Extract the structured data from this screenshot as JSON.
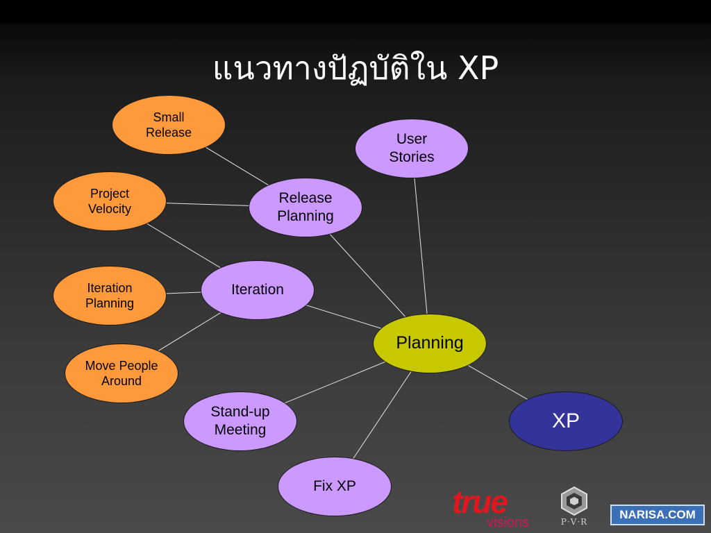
{
  "title": "แนวทางปัฏบัติใน XP",
  "colors": {
    "orange_node": "#ff9a3c",
    "purple_node": "#cc99ff",
    "planning_node": "#c8c800",
    "xp_node": "#33339a",
    "connector": "#e8e8e8"
  },
  "nodes": {
    "small_release": "Small\nRelease",
    "project_velocity": "Project\nVelocity",
    "iteration_planning": "Iteration\nPlanning",
    "move_people_around": "Move People\nAround",
    "release_planning": "Release\nPlanning",
    "user_stories": "User\nStories",
    "iteration": "Iteration",
    "planning": "Planning",
    "standup_meeting": "Stand-up\nMeeting",
    "fix_xp": "Fix XP",
    "xp": "XP"
  },
  "links": [
    [
      "small_release",
      "release_planning"
    ],
    [
      "project_velocity",
      "release_planning"
    ],
    [
      "project_velocity",
      "iteration"
    ],
    [
      "iteration_planning",
      "iteration"
    ],
    [
      "move_people_around",
      "iteration"
    ],
    [
      "release_planning",
      "planning"
    ],
    [
      "user_stories",
      "planning"
    ],
    [
      "iteration",
      "planning"
    ],
    [
      "planning",
      "standup_meeting"
    ],
    [
      "planning",
      "fix_xp"
    ],
    [
      "planning",
      "xp"
    ]
  ],
  "logos": {
    "true_word": "true",
    "true_sub": "visions",
    "pvr": "P·V·R",
    "narisa": "NARISA.COM"
  }
}
